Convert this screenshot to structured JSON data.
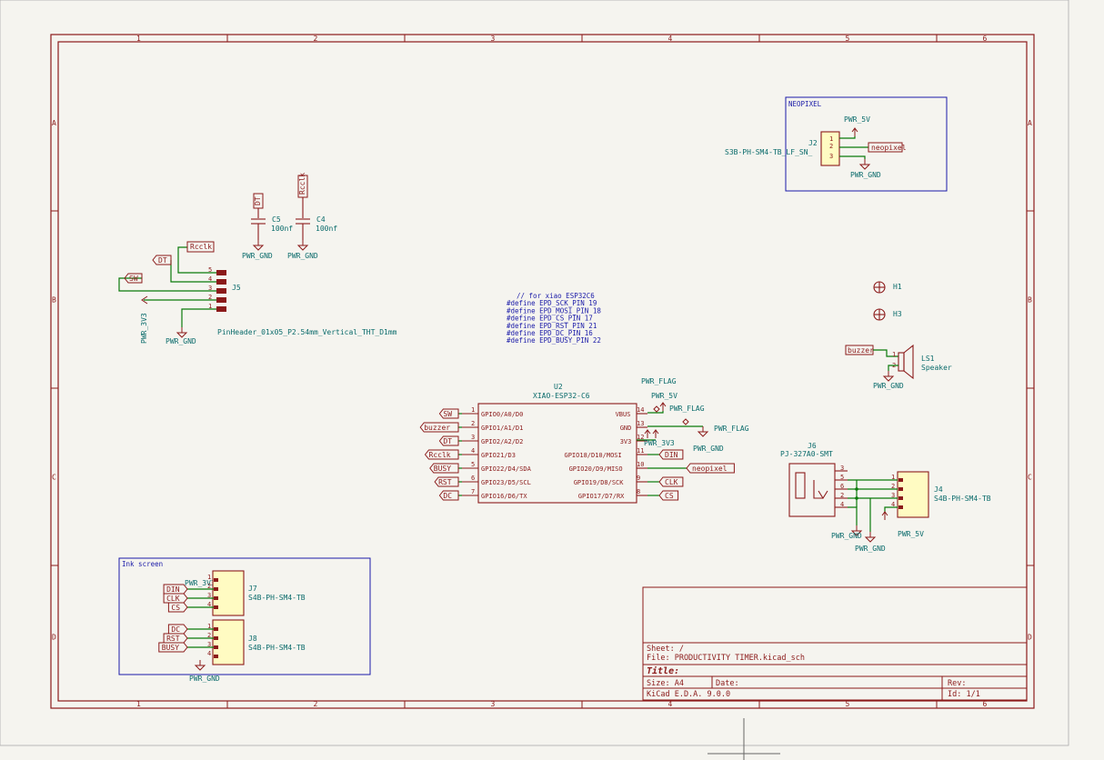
{
  "sheet": {
    "col_labels": [
      "1",
      "2",
      "3",
      "4",
      "5",
      "6"
    ],
    "row_labels": [
      "A",
      "B",
      "C",
      "D"
    ]
  },
  "groups": {
    "neopixel": "NEOPIXEL",
    "ink_screen": "Ink screen"
  },
  "power": {
    "pwr_5v": "PWR_5V",
    "pwr_gnd": "PWR_GND",
    "pwr_3v3": "PWR_3V3",
    "pwr_flag": "PWR_FLAG"
  },
  "neopixel_block": {
    "ref": "J2",
    "value": "S3B-PH-SM4-TB_LF_SN_",
    "pins": [
      "1",
      "2",
      "3"
    ],
    "net": "neopixel"
  },
  "caps": {
    "c5": {
      "ref": "C5",
      "value": "100nf",
      "net": "DT"
    },
    "c4": {
      "ref": "C4",
      "value": "100nf",
      "net": "Rcclk"
    }
  },
  "j5": {
    "ref": "J5",
    "value": "PinHeader_01x05_P2.54mm_Vertical_THT_D1mm",
    "pins": [
      "5",
      "4",
      "3",
      "2",
      "1"
    ],
    "nets": {
      "rclk": "Rcclk",
      "dt": "DT",
      "sw": "SW"
    }
  },
  "defines": [
    "// for xiao ESP32C6",
    "#define EPD_SCK_PIN  19",
    "#define EPD_MOSI_PIN 18",
    "#define EPD_CS_PIN   17",
    "#define EPD_RST_PIN  21",
    "#define EPD_DC_PIN   16",
    "#define EPD_BUSY_PIN 22"
  ],
  "u2": {
    "ref": "U2",
    "value": "XIAO-ESP32-C6",
    "left_pins": [
      {
        "num": "1",
        "name": "GPIO0/A0/D0",
        "net": "SW"
      },
      {
        "num": "2",
        "name": "GPIO1/A1/D1",
        "net": "buzzer"
      },
      {
        "num": "3",
        "name": "GPIO2/A2/D2",
        "net": "DT"
      },
      {
        "num": "4",
        "name": "GPIO21/D3",
        "net": "Rcclk"
      },
      {
        "num": "5",
        "name": "GPIO22/D4/SDA",
        "net": "BUSY"
      },
      {
        "num": "6",
        "name": "GPIO23/D5/SCL",
        "net": "RST"
      },
      {
        "num": "7",
        "name": "GPIO16/D6/TX",
        "net": "DC"
      }
    ],
    "right_pins": [
      {
        "num": "14",
        "name": "VBUS",
        "net": ""
      },
      {
        "num": "13",
        "name": "GND",
        "net": ""
      },
      {
        "num": "12",
        "name": "3V3",
        "net": ""
      },
      {
        "num": "11",
        "name": "GPIO18/D10/MOSI",
        "net": "DIN"
      },
      {
        "num": "10",
        "name": "GPIO20/D9/MISO",
        "net": "neopixel"
      },
      {
        "num": "9",
        "name": "GPIO19/D8/SCK",
        "net": "CLK"
      },
      {
        "num": "8",
        "name": "GPIO17/D7/RX",
        "net": "CS"
      }
    ]
  },
  "holes": [
    {
      "ref": "H1"
    },
    {
      "ref": "H3"
    }
  ],
  "speaker": {
    "ref": "LS1",
    "value": "Speaker",
    "net": "buzzer",
    "pins": [
      "1",
      "2"
    ]
  },
  "j6": {
    "ref": "J6",
    "value": "PJ-327A0-SMT",
    "pins": [
      "3",
      "5",
      "6",
      "2",
      "4"
    ]
  },
  "j4": {
    "ref": "J4",
    "value": "S4B-PH-SM4-TB",
    "pins": [
      "1",
      "2",
      "3",
      "4"
    ]
  },
  "j7": {
    "ref": "J7",
    "value": "S4B-PH-SM4-TB",
    "pins": [
      "1",
      "2",
      "3",
      "4"
    ],
    "nets": [
      "DIN",
      "CLK",
      "CS"
    ]
  },
  "j8": {
    "ref": "J8",
    "value": "S4B-PH-SM4-TB",
    "pins": [
      "1",
      "2",
      "3",
      "4"
    ],
    "nets": [
      "DC",
      "RST",
      "BUSY"
    ]
  },
  "title_block": {
    "sheet": "Sheet: /",
    "file": "File: PRODUCTIVITY TIMER.kicad_sch",
    "title": "Title:",
    "size": "Size: A4",
    "date": "Date:",
    "rev": "Rev:",
    "tool": "KiCad E.D.A. 9.0.0",
    "id": "Id: 1/1"
  }
}
